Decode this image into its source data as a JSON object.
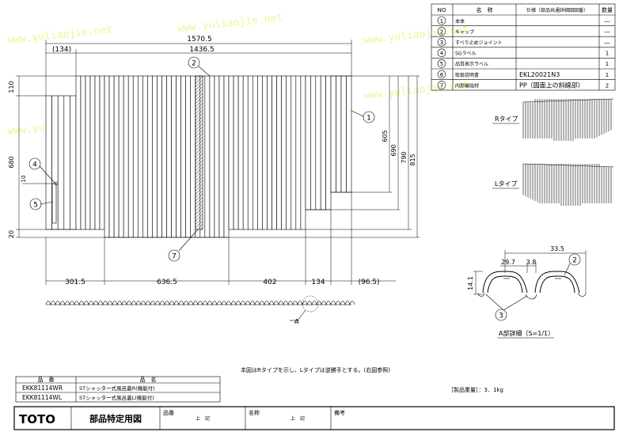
{
  "parts_table": {
    "headers": {
      "no": "NO",
      "name": "名　称",
      "spec": "仕様（部品共通詳細図図番）",
      "qty": "数量"
    },
    "rows": [
      {
        "no": "1",
        "name": "本体",
        "spec": "",
        "qty": "―"
      },
      {
        "no": "2",
        "name": "キャップ",
        "spec": "",
        "qty": "―"
      },
      {
        "no": "3",
        "name": "すべり止めジョイント",
        "spec": "",
        "qty": "―"
      },
      {
        "no": "4",
        "name": "SGラベル",
        "spec": "",
        "qty": "1"
      },
      {
        "no": "5",
        "name": "品質表示ラベル",
        "spec": "",
        "qty": "1"
      },
      {
        "no": "6",
        "name": "取扱説明書",
        "spec": "EKL20021N3",
        "qty": "1"
      },
      {
        "no": "7",
        "name": "内部補強材",
        "spec": "PP（図面上の斜線部）",
        "qty": "2"
      }
    ]
  },
  "dimensions": {
    "top_overall": "1570.5",
    "top_left": "(134)",
    "top_main": "1436.5",
    "left_110": "110",
    "left_680": "680",
    "left_10": "10",
    "left_20": "20",
    "right_605": "605",
    "right_690": "690",
    "right_790": "790",
    "right_815": "815",
    "bottom": [
      "301.5",
      "636.5",
      "402",
      "134",
      "(96.5)"
    ]
  },
  "callouts": [
    "1",
    "2",
    "3",
    "4",
    "5",
    "7"
  ],
  "type_labels": {
    "r": "Rタイプ",
    "l": "Lタイプ"
  },
  "detail": {
    "dim_33_5": "33.5",
    "dim_29_7": "29.7",
    "dim_3_8": "3.8",
    "dim_14_1": "14.1",
    "marker": "A",
    "caption": "A部詳細（S=1/1）"
  },
  "note": "本図はRタイプを示し、Lタイプは逆勝手とする。(右図参照)",
  "weight": "［製品重量］：3．1kg",
  "product_table": {
    "headers": {
      "code": "品　番",
      "name": "品　名"
    },
    "rows": [
      {
        "code": "EKK81114WR",
        "name": "STシャッター式風呂蓋R(機能付)"
      },
      {
        "code": "EKK81114WL",
        "name": "STシャッター式風呂蓋L(機能付)"
      }
    ]
  },
  "title_block": {
    "logo": "TOTO",
    "title": "部品特定用図",
    "code_label": "品番",
    "code_value": "上　記",
    "name_label": "名称",
    "name_value": "上　記",
    "remarks_label": "備考"
  },
  "watermark": "www.yuliaojie.net"
}
